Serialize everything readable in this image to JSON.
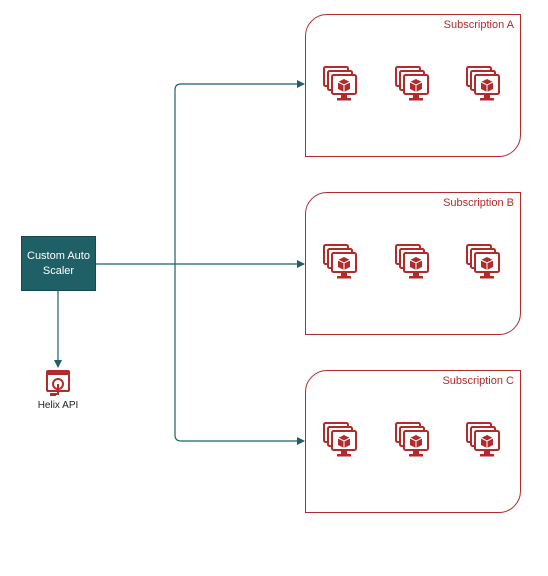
{
  "scaler": {
    "label": "Custom Auto Scaler"
  },
  "helix": {
    "label": "Helix API",
    "icon": "api-gateway-icon"
  },
  "subscriptions": [
    {
      "title": "Subscription A",
      "vm_count": 3,
      "icon": "vm-scale-set-icon"
    },
    {
      "title": "Subscription B",
      "vm_count": 3,
      "icon": "vm-scale-set-icon"
    },
    {
      "title": "Subscription C",
      "vm_count": 3,
      "icon": "vm-scale-set-icon"
    }
  ],
  "colors": {
    "accent": "#b22a2a",
    "scaler_fill": "#1f5f66",
    "connector": "#1f5f66"
  }
}
